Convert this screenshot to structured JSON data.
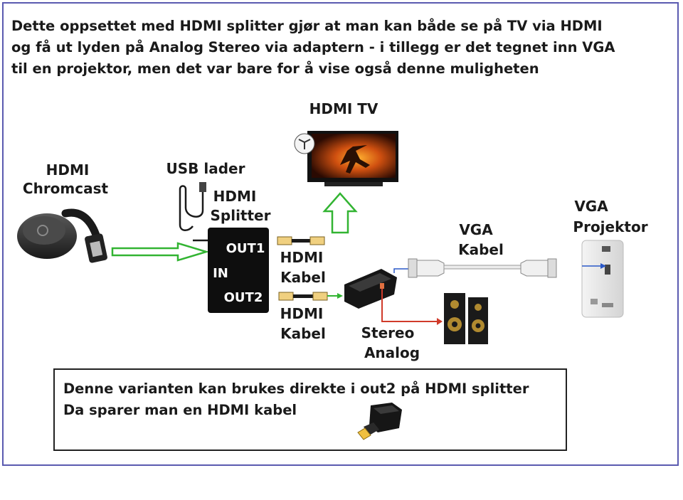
{
  "intro": {
    "line1": "Dette oppsettet med HDMI splitter gjør at man kan både se på TV via HDMI",
    "line2": "og få ut lyden på Analog Stereo via adaptern - i tillegg er det tegnet inn VGA",
    "line3": "til en projektor, men det var bare for å vise også denne muligheten"
  },
  "devices": {
    "tv": "HDMI TV",
    "chromecast_line1": "HDMI",
    "chromecast_line2": "Chromcast",
    "usb": "USB lader",
    "splitter_line1": "HDMI",
    "splitter_line2": "Splitter",
    "vga_cable_line1": "VGA",
    "vga_cable_line2": "Kabel",
    "projector_line1": "VGA",
    "projector_line2": "Projektor",
    "hdmi_cable1_line1": "HDMI",
    "hdmi_cable1_line2": "Kabel",
    "hdmi_cable2_line1": "HDMI",
    "hdmi_cable2_line2": "Kabel",
    "stereo_line1": "Stereo",
    "stereo_line2": "Analog"
  },
  "splitter_ports": {
    "out1": "OUT1",
    "in": "IN",
    "out2": "OUT2"
  },
  "note": {
    "line1": "Denne varianten kan brukes direkte i out2 på HDMI splitter",
    "line2": "Da sparer man en HDMI kabel"
  },
  "colors": {
    "frame": "#5a5ab0",
    "arrow_green": "#32b432",
    "audio_red": "#d03a2a",
    "vga_blue": "#2a58c8"
  }
}
